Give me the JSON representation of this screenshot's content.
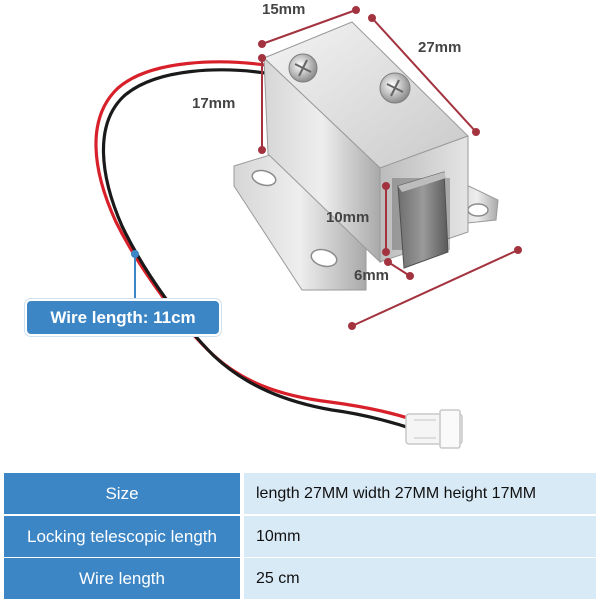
{
  "dimensions": {
    "top_width": "15mm",
    "depth": "27mm",
    "height": "17mm",
    "bolt_length": "10mm",
    "bolt_width": "6mm"
  },
  "wire_badge": "Wire length: 11cm",
  "colors": {
    "accent": "#3d86c6",
    "value_bg": "#d9eaf7",
    "dimension_line": "#a3333f",
    "wire_red": "#d8202a",
    "wire_black": "#1a1a1a"
  },
  "specs": [
    {
      "label": "Size",
      "value": "length 27MM width 27MM height 17MM"
    },
    {
      "label": "Locking telescopic length",
      "value": "10mm"
    },
    {
      "label": "Wire length",
      "value": "25 cm"
    }
  ]
}
